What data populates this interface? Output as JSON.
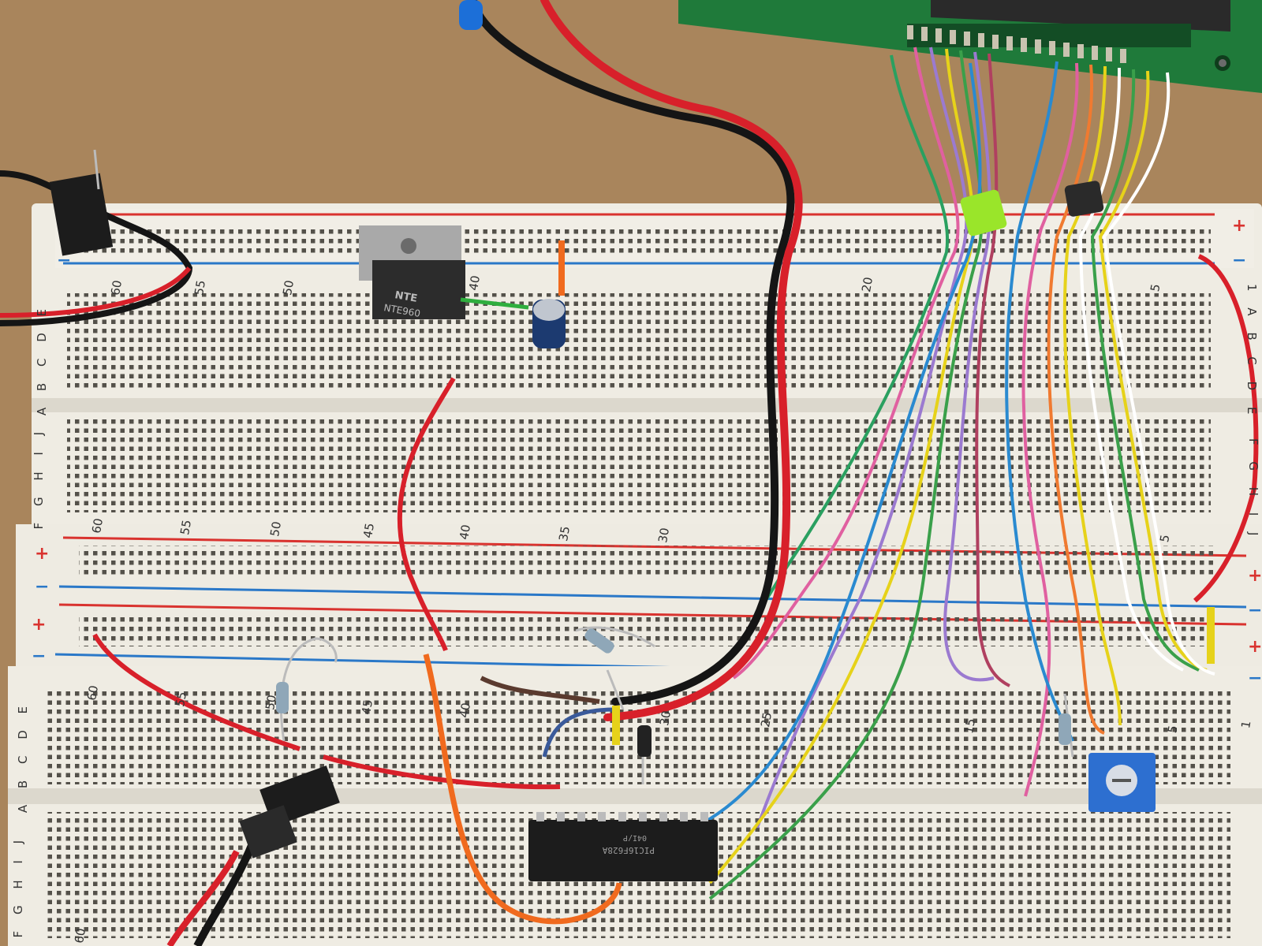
{
  "photo": {
    "subject": "breadboard circuit",
    "colors": {
      "table": "#a9855c",
      "board": "#efece3",
      "rail_red": "#d9332f",
      "rail_blue": "#2a78c8",
      "wire_red": "#d8202a",
      "wire_black": "#151515",
      "wire_orange": "#f06a1e",
      "lcd_pcb": "#1f7a3a",
      "trimmer_blue": "#2d6fd0",
      "clip_green": "#9ae52a"
    }
  },
  "upper_board": {
    "column_numbers": [
      "60",
      "55",
      "50",
      "40",
      "20",
      "5"
    ],
    "column_numbers_lower": [
      "60",
      "55",
      "50",
      "45",
      "40",
      "35",
      "30",
      "5"
    ],
    "rows_top": "A B C D E",
    "rows_bottom": "F G H I J",
    "rows_right_top": "1 A B C D E",
    "rows_right_bottom": "F G H I J"
  },
  "lower_board": {
    "column_numbers": [
      "60",
      "55",
      "50",
      "45",
      "40",
      "30",
      "25",
      "15",
      "5",
      "1"
    ],
    "rows_top": "A B C D E",
    "rows_bottom": "F G H I J",
    "bottom_number": "60"
  },
  "rail_signs": {
    "plus": "+",
    "minus": "−"
  },
  "regulator": {
    "brand": "NTE",
    "part": "NTE960"
  },
  "microcontroller": {
    "line1": "PIC16F628A",
    "line2": "04I/P"
  }
}
